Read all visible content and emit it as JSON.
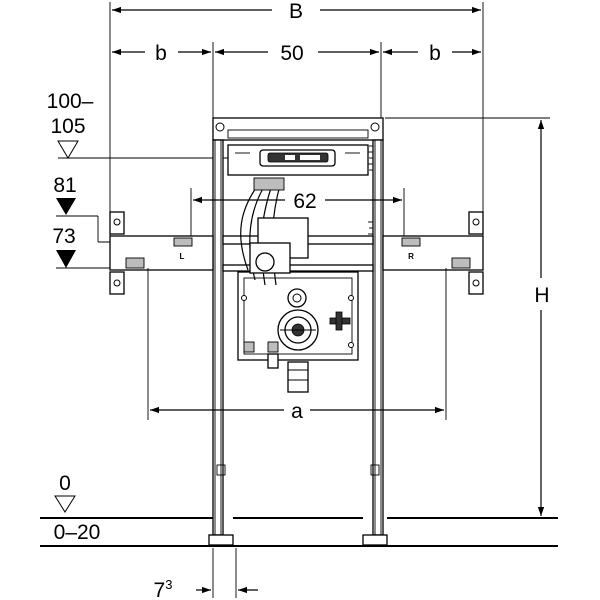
{
  "labels": {
    "B": "B",
    "b_left": "b",
    "fifty": "50",
    "b_right": "b",
    "h100_105_line1": "100–",
    "h100_105_line2": "105",
    "h81": "81",
    "h73": "73",
    "sixtytwo": "62",
    "H": "H",
    "a": "a",
    "zero": "0",
    "zero_twenty": "0–20",
    "seven": "7",
    "seven_sup": "3",
    "L": "L",
    "R": "R"
  }
}
